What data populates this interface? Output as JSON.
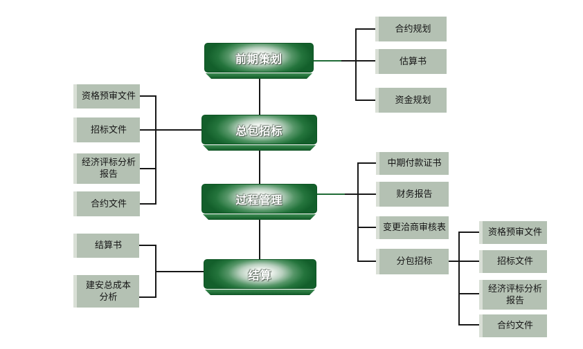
{
  "diagram": {
    "type": "flowchart",
    "background": "#ffffff",
    "colors": {
      "main_node_green_dark": "#135f2b",
      "main_node_green_mid": "#2e7d44",
      "main_node_highlight": "#ffffff",
      "main_node_text": "#ffffff",
      "leaf_fill": "#b4c1b3",
      "leaf_left_highlight": "#d9dfd6",
      "leaf_text": "#151515",
      "connector_black": "#161616",
      "connector_green": "#1e6a35"
    },
    "main_nodes": [
      {
        "label": "前期策划"
      },
      {
        "label": "总包招标"
      },
      {
        "label": "过程管理"
      },
      {
        "label": "结算"
      }
    ],
    "qianqi_children": [
      {
        "label": "合约规划"
      },
      {
        "label": "估算书"
      },
      {
        "label": "资金规划"
      }
    ],
    "zongbao_children": [
      {
        "label": "资格预审文件"
      },
      {
        "label": "招标文件"
      },
      {
        "label": "经济评标分析\n报告"
      },
      {
        "label": "合约文件"
      }
    ],
    "guocheng_children": [
      {
        "label": "中期付款证书"
      },
      {
        "label": "财务报告"
      },
      {
        "label": "变更洽商审核表"
      },
      {
        "label": "分包招标"
      }
    ],
    "fenbao_children": [
      {
        "label": "资格预审文件"
      },
      {
        "label": "招标文件"
      },
      {
        "label": "经济评标分析\n报告"
      },
      {
        "label": "合约文件"
      }
    ],
    "jiesuan_children": [
      {
        "label": "结算书"
      },
      {
        "label": "建安总成本\n分析"
      }
    ]
  }
}
